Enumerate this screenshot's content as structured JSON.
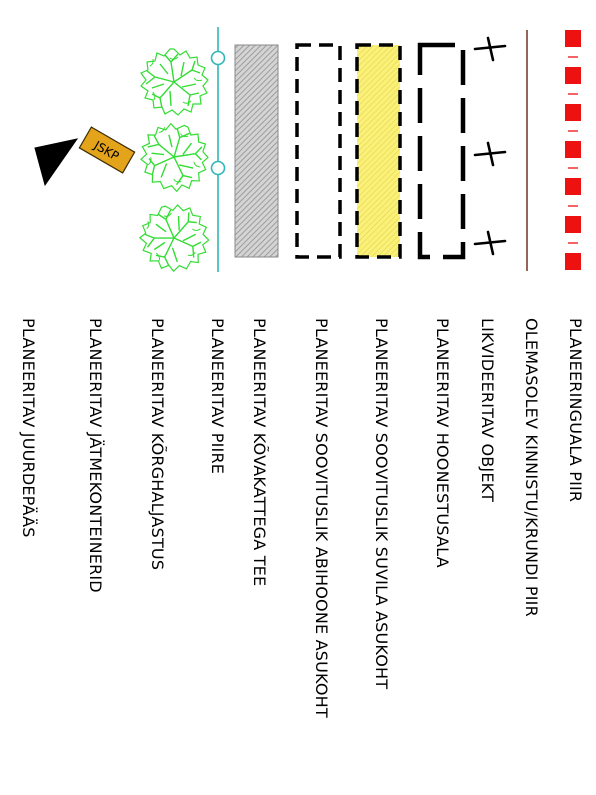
{
  "legend": {
    "colors": {
      "boundary_red": "#ee1111",
      "property_line": "#7a3e2e",
      "fence_line": "#30b8b8",
      "hatch_gray": "#bdbdbd",
      "summerhouse_fill": "#fbf17a",
      "tree_green": "#33dd33",
      "container_fill": "#e3a31a"
    },
    "items": [
      {
        "label": "PLANEERINGUALA PIIR",
        "icon": "red-dashed-boundary-icon"
      },
      {
        "label": "OLEMASOLEV KINNISTU/KRUNDI PIIR",
        "icon": "property-boundary-line-icon"
      },
      {
        "label": "LIKVIDEERITAV OBJEKT",
        "icon": "demolition-cross-icon"
      },
      {
        "label": "PLANEERITAV HOONESTUSALA",
        "icon": "building-area-icon"
      },
      {
        "label": "PLANEERITAV SOOVITUSLIK SUVILA ASUKOHT",
        "icon": "summerhouse-location-icon"
      },
      {
        "label": "PLANEERITAV SOOVITUSLIK ABIHOONE ASUKOHT",
        "icon": "auxiliary-building-icon"
      },
      {
        "label": "PLANEERITAV KÕVAKATTEGA TEE",
        "icon": "paved-road-icon"
      },
      {
        "label": "PLANEERITAV PIIRE",
        "icon": "fence-icon"
      },
      {
        "label": "PLANEERITAV KÕRGHALJASTUS",
        "icon": "tree-icon"
      },
      {
        "label": "PLANEERITAV JÄTMEKONTEINERID",
        "icon": "waste-container-icon"
      },
      {
        "label": "PLANEERITAV JUURDEPÄÄS",
        "icon": "access-arrow-icon"
      }
    ],
    "container_code": "JSKP"
  }
}
